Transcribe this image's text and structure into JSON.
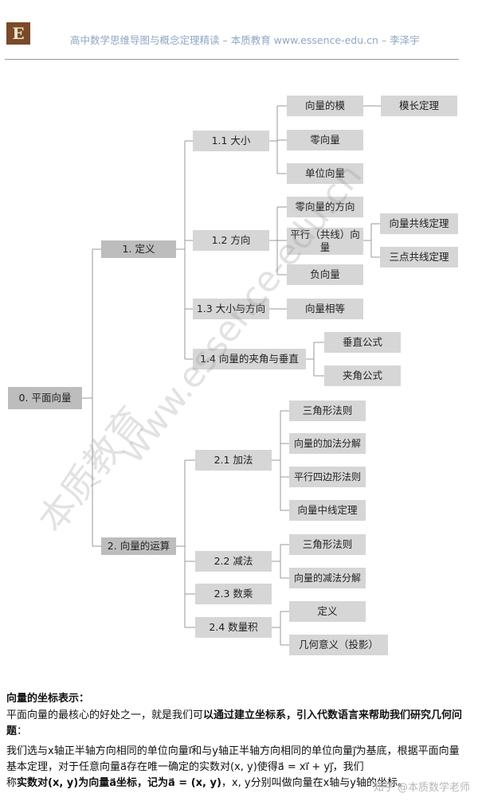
{
  "header": {
    "logo_letter": "E",
    "title": "高中数学思维导图与概念定理精读 – 本质教育 www.essence-edu.cn – 李泽宇"
  },
  "mindmap": {
    "root": "0. 平面向量",
    "l1": {
      "def": "1. 定义",
      "ops": "2. 向量的运算"
    },
    "l2": {
      "size": "1.1 大小",
      "dir": "1.2 方向",
      "both": "1.3 大小与方向",
      "angle": "1.4 向量的夹角与垂直",
      "add": "2.1 加法",
      "sub": "2.2 减法",
      "scal": "2.3 数乘",
      "dot": "2.4 数量积"
    },
    "l3": {
      "modulus": "向量的模",
      "zero": "零向量",
      "unit": "单位向量",
      "zero_dir": "零向量的方向",
      "parallel": "平行（共线）向量",
      "neg": "负向量",
      "equal": "向量相等",
      "perp": "垂直公式",
      "angle_f": "夹角公式",
      "tri": "三角形法则",
      "add_dec": "向量的加法分解",
      "para_rule": "平行四边形法则",
      "midline": "向量中线定理",
      "tri2": "三角形法则",
      "sub_dec": "向量的减法分解",
      "define": "定义",
      "geo": "几何意义（投影）"
    },
    "l4": {
      "mod_thm": "模长定理",
      "col_thm": "向量共线定理",
      "three_pt": "三点共线定理"
    }
  },
  "watermark": {
    "cn": "本质教育",
    "url": "www.essence-edu.cn"
  },
  "body": {
    "heading": "向量的坐标表示：",
    "p1a": "平面向量的最核心的好处之一，就是我们可",
    "p1b": "以通过建立坐标系，引入代数语言来帮助我们研究几何问题",
    "p1c": "：",
    "p2": "我们选与x轴正半轴方向相同的单位向量i⃗和与y轴正半轴方向相同的单位向量j⃗为基底，根据平面向量基本定理，对于任意向量a⃗存在唯一确定的实数对(x, y)使得a⃗ = xi⃗ + yj⃗，我们",
    "p3a": "称",
    "p3b": "实数对(x, y)为向量a⃗坐标，记为a⃗ = (x, y)",
    "p3c": "，x, y分别叫做向量在x轴与y轴的坐标。"
  },
  "footer": {
    "credit": "知乎 @本质数学老师"
  }
}
